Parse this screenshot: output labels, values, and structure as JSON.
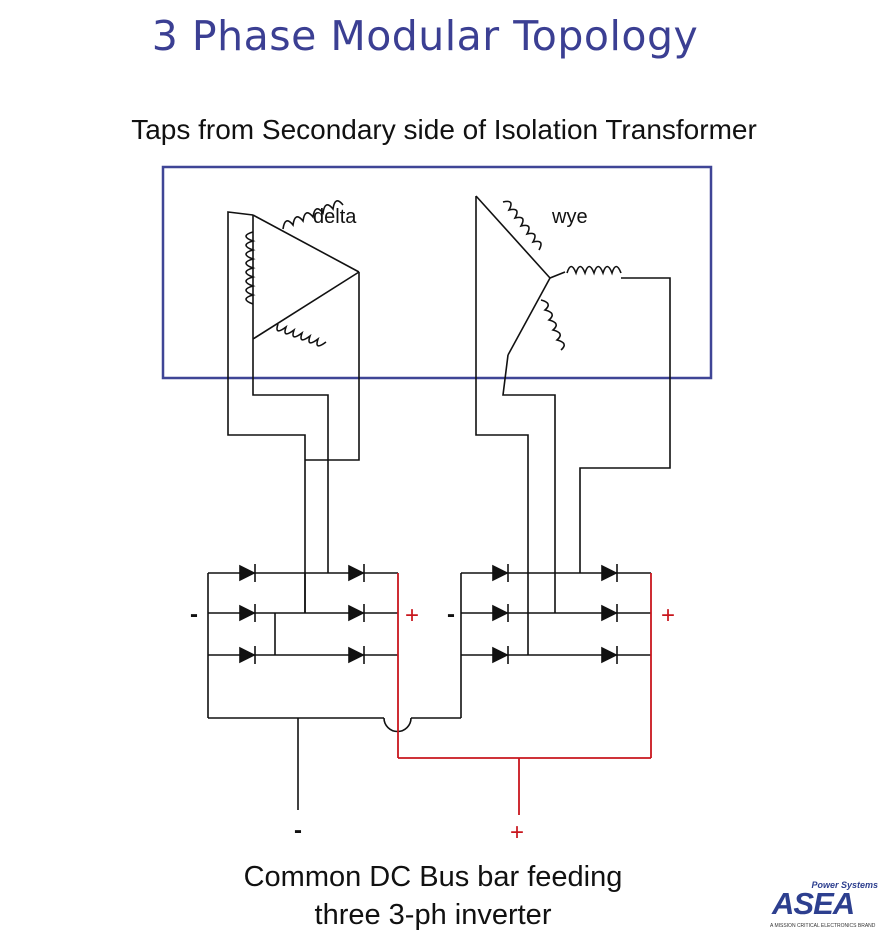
{
  "title": "3 Phase Modular Topology",
  "subtitle": "Taps from Secondary side of Isolation Transformer",
  "transformer": {
    "delta_label": "delta",
    "wye_label": "wye"
  },
  "rectifiers": {
    "left_minus": "-",
    "left_plus": "+",
    "right_minus": "-",
    "right_plus": "+"
  },
  "bus": {
    "minus": "-",
    "plus": "+"
  },
  "caption": {
    "line1": "Common DC Bus bar feeding",
    "line2": "three 3-ph inverter"
  },
  "logo": {
    "brand": "ASEA",
    "product": "Power Systems",
    "tagline": "A MISSION CRITICAL ELECTRONICS BRAND"
  },
  "colors": {
    "title": "#3b3f93",
    "box": "#3f4596",
    "wire": "#111111",
    "positive": "#c8161d"
  }
}
